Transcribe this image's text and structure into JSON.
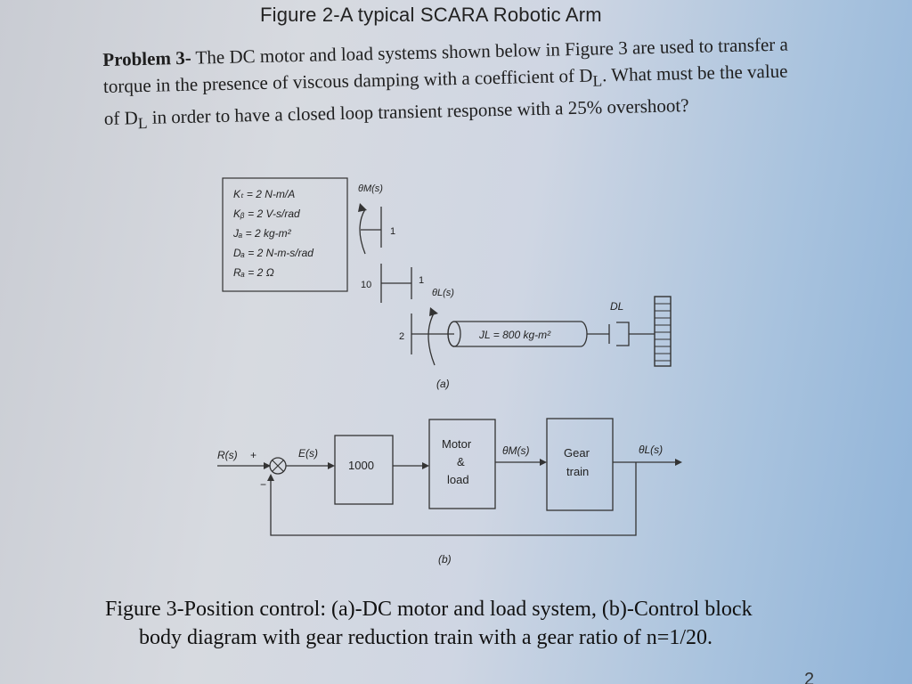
{
  "figure2_title": "Figure 2-A typical SCARA Robotic Arm",
  "problem": {
    "lead": "Problem 3-",
    "text": " The DC motor and load systems shown below in Figure 3 are used to transfer a torque in the presence of viscous damping with a coefficient of D",
    "sub1": "L",
    "text2": ". What must be the value of D",
    "sub2": "L",
    "text3": " in order to have a closed loop transient response with a 25% overshoot?"
  },
  "figure_a": {
    "params": [
      "Kₜ = 2 N-m/A",
      "Kᵦ = 2 V-s/rad",
      "Jₐ = 2 kg-m²",
      "Dₐ = 2 N-m-s/rad",
      "Rₐ = 2 Ω"
    ],
    "theta_m": "θM(s)",
    "gear1_teeth": "1",
    "gear10_teeth": "10",
    "gear1b_teeth": "1",
    "theta_l": "θL(s)",
    "gear2_teeth": "2",
    "load_label": "JL = 800 kg-m²",
    "damper_label": "DL",
    "caption": "(a)"
  },
  "figure_b": {
    "input": "R(s)",
    "plus": "+",
    "minus": "−",
    "error": "E(s)",
    "gain": "1000",
    "motor_line1": "Motor",
    "motor_line2": "&",
    "motor_line3": "load",
    "theta_m": "θM(s)",
    "gear_line1": "Gear",
    "gear_line2": "train",
    "output": "θL(s)",
    "caption": "(b)"
  },
  "figure3_caption": {
    "line1": "Figure 3-Position control: (a)-DC motor and load system, (b)-Control block",
    "line2": "body diagram with gear reduction train with a gear ratio of n=1/20."
  },
  "page_number": "2"
}
